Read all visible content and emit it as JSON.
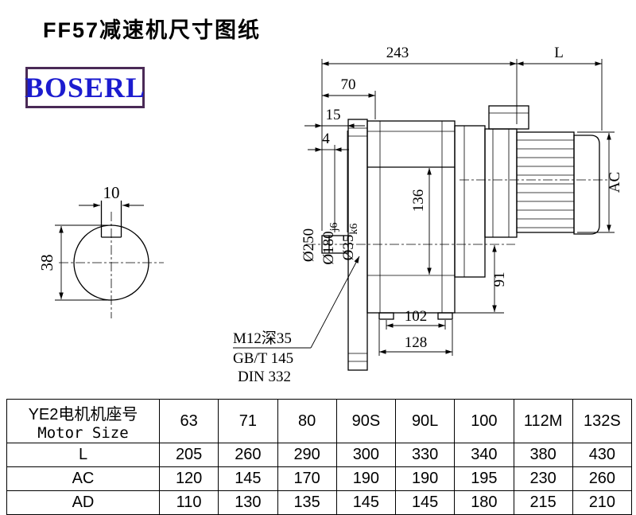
{
  "page": {
    "title": "FF57减速机尺寸图纸",
    "brand": "BOSERL"
  },
  "drawing": {
    "dims": {
      "top_width": "243",
      "motor_length": "L",
      "d70": "70",
      "d15": "15",
      "d4": "4",
      "key_width": "10",
      "shaft_height": "38",
      "flange_dia": "Ø250",
      "spigot_dia": "Ø180",
      "spigot_tol": "j6",
      "shaft_dia": "Ø35",
      "shaft_tol": "k6",
      "d136": "136",
      "motor_dia": "AC",
      "d91": "91",
      "d102": "102",
      "d128": "128"
    },
    "notes": {
      "tap": "M12深35",
      "gb": "GB/T 145",
      "din": "DIN 332"
    }
  },
  "table": {
    "header_cn": "YE2电机机座号",
    "header_en": "Motor Size",
    "columns": [
      "63",
      "71",
      "80",
      "90S",
      "90L",
      "100",
      "112M",
      "132S"
    ],
    "rows": [
      {
        "label": "L",
        "values": [
          "205",
          "260",
          "290",
          "300",
          "330",
          "340",
          "380",
          "430"
        ]
      },
      {
        "label": "AC",
        "values": [
          "120",
          "145",
          "170",
          "190",
          "190",
          "195",
          "230",
          "260"
        ]
      },
      {
        "label": "AD",
        "values": [
          "110",
          "130",
          "135",
          "145",
          "145",
          "180",
          "215",
          "210"
        ]
      }
    ]
  }
}
